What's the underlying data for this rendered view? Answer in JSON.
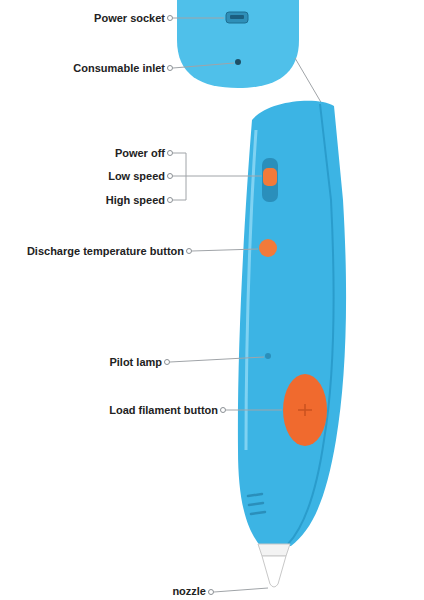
{
  "diagram": {
    "labels": [
      "Power socket",
      "Consumable inlet",
      "Power off",
      "Low speed",
      "High speed",
      "Discharge temperature button",
      "Pilot lamp",
      "Load filament button",
      "nozzle"
    ]
  }
}
